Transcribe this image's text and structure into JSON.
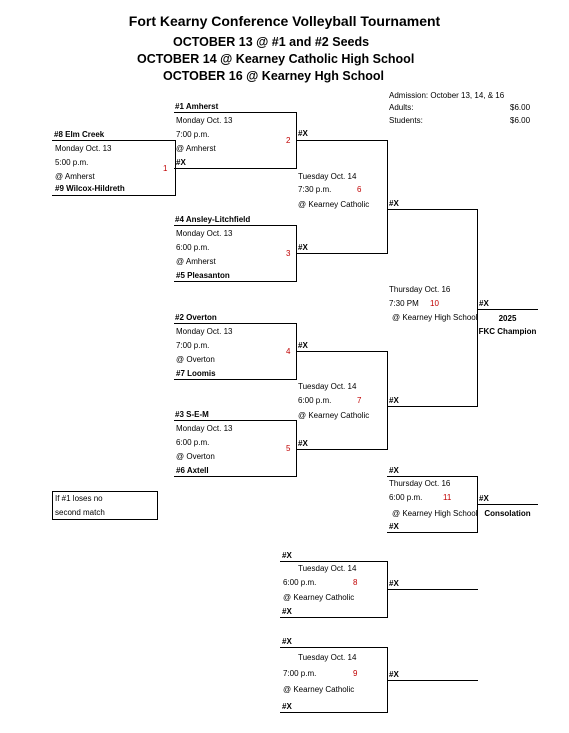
{
  "header": {
    "title": "Fort Kearny Conference Volleyball Tournament",
    "line1": "OCTOBER 13 @ #1 and #2 Seeds",
    "line2": "OCTOBER 14 @ Kearney Catholic High School",
    "line3": "OCTOBER 16 @ Kearney Hgh School"
  },
  "admission": {
    "label": "Admission: October 13, 14, & 16",
    "adults_label": "Adults:",
    "adults_price": "$6.00",
    "students_label": "Students:",
    "students_price": "$6.00"
  },
  "match1": {
    "top": "#8 Elm Creek",
    "date": "Monday Oct. 13",
    "time": "5:00 p.m.",
    "venue": "@ Amherst",
    "bottom": "#9 Wilcox-Hildreth",
    "num": "1"
  },
  "match2": {
    "top": "#1 Amherst",
    "date": "Monday Oct. 13",
    "time": "7:00 p.m.",
    "venue": "@ Amherst",
    "bottom": "#X",
    "num": "2"
  },
  "match3": {
    "top": "#4 Ansley-Litchfield",
    "date": "Monday Oct. 13",
    "time": "6:00 p.m.",
    "venue": "@ Amherst",
    "bottom": "#5  Pleasanton",
    "num": "3"
  },
  "match4": {
    "top": "#2 Overton",
    "date": "Monday Oct. 13",
    "time": "7:00 p.m.",
    "venue": "@ Overton",
    "bottom": "#7 Loomis",
    "num": "4"
  },
  "match5": {
    "top": "#3 S-E-M",
    "date": "Monday Oct. 13",
    "time": "6:00 p.m.",
    "venue": "@ Overton",
    "bottom": "#6 Axtell",
    "num": "5"
  },
  "match6": {
    "top": "#X",
    "date": "Tuesday Oct. 14",
    "time": "7:30 p.m.",
    "venue": "@ Kearney Catholic",
    "bottom": "#X",
    "num": "6"
  },
  "match7": {
    "top": "#X",
    "date": "Tuesday Oct. 14",
    "time": "6:00 p.m.",
    "venue": "@ Kearney Catholic",
    "bottom": "#X",
    "num": "7"
  },
  "match10": {
    "top": "#X",
    "date": "Thursday Oct. 16",
    "time": "7:30 PM",
    "venue": "@ Kearney High School",
    "bottom": "#X",
    "num": "10"
  },
  "champion": {
    "winner": "#X",
    "year": "2025",
    "label": "FKC Champion"
  },
  "match11": {
    "top": "#X",
    "date": "Thursday Oct. 16",
    "time": "6:00 p.m.",
    "venue": "@ Kearney High School",
    "bottom": "#X",
    "num": "11",
    "winner": "#X",
    "label": "Consolation"
  },
  "note": {
    "line1": "If #1 loses no",
    "line2": "second match"
  },
  "match8": {
    "top": "#X",
    "date": "Tuesday Oct. 14",
    "time": "6:00 p.m.",
    "venue": "@ Kearney Catholic",
    "bottom": "#X",
    "num": "8",
    "winner": "#X"
  },
  "match9": {
    "top": "#X",
    "date": "Tuesday Oct. 14",
    "time": "7:00 p.m.",
    "venue": "@ Kearney Catholic",
    "bottom": "#X",
    "num": "9",
    "winner": "#X"
  }
}
